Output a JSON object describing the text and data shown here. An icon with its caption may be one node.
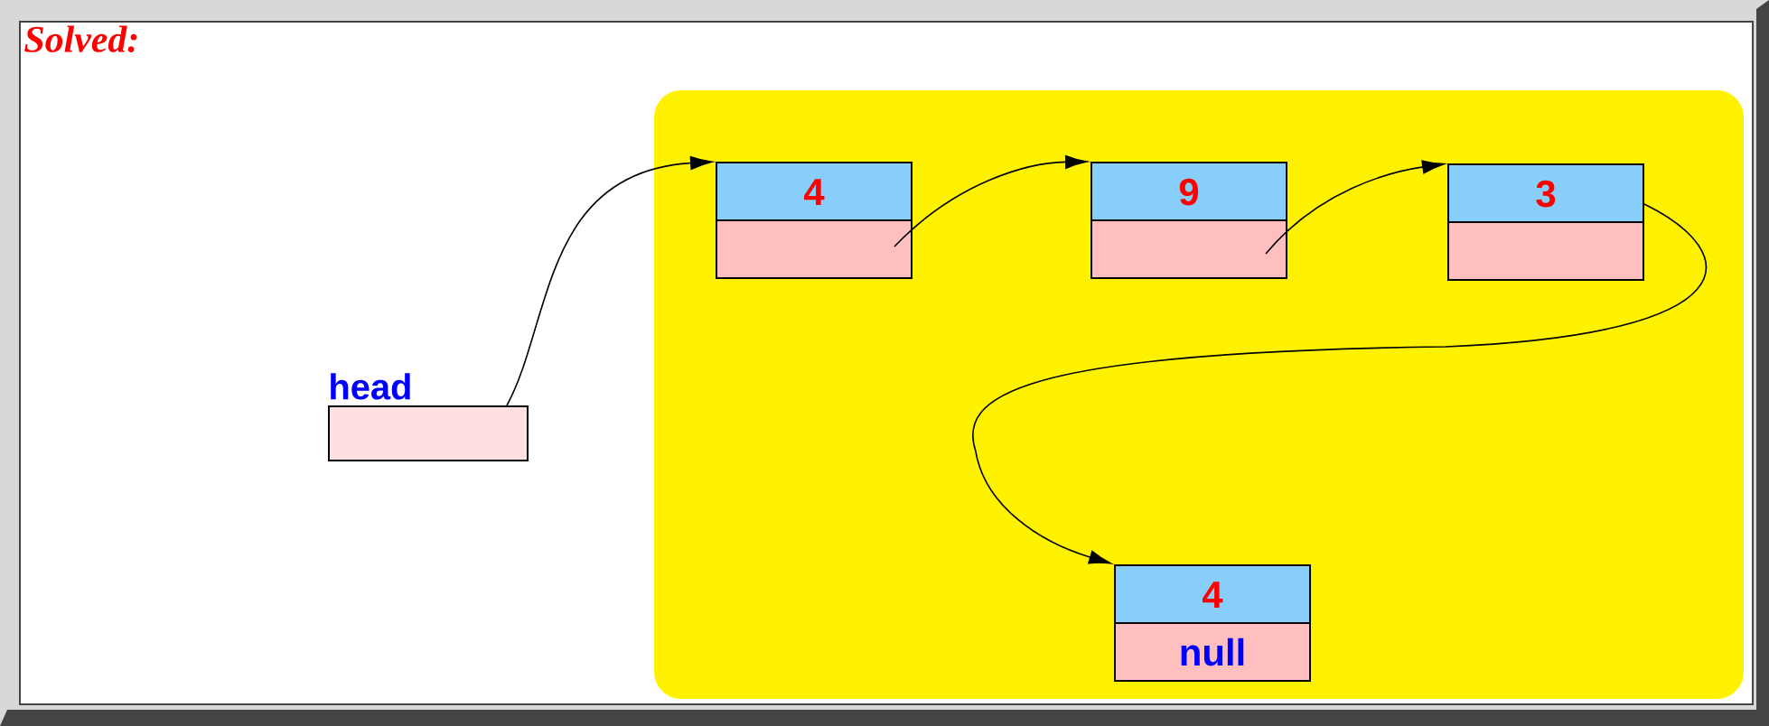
{
  "diagram": {
    "title": "Solved:",
    "nodes": [
      {
        "text": [
          "head"
        ]
      },
      {
        "text": [
          "4"
        ]
      },
      {
        "text": [
          "9"
        ]
      },
      {
        "text": [
          "3"
        ]
      },
      {
        "text": [
          "4",
          "null"
        ]
      }
    ],
    "edges": [
      {
        "from": 0,
        "to": 1,
        "arrow": "to"
      },
      {
        "from": 1,
        "to": 2,
        "arrow": "to"
      },
      {
        "from": 2,
        "to": 3,
        "arrow": "to"
      },
      {
        "from": 3,
        "to": 4,
        "arrow": "to"
      }
    ]
  }
}
